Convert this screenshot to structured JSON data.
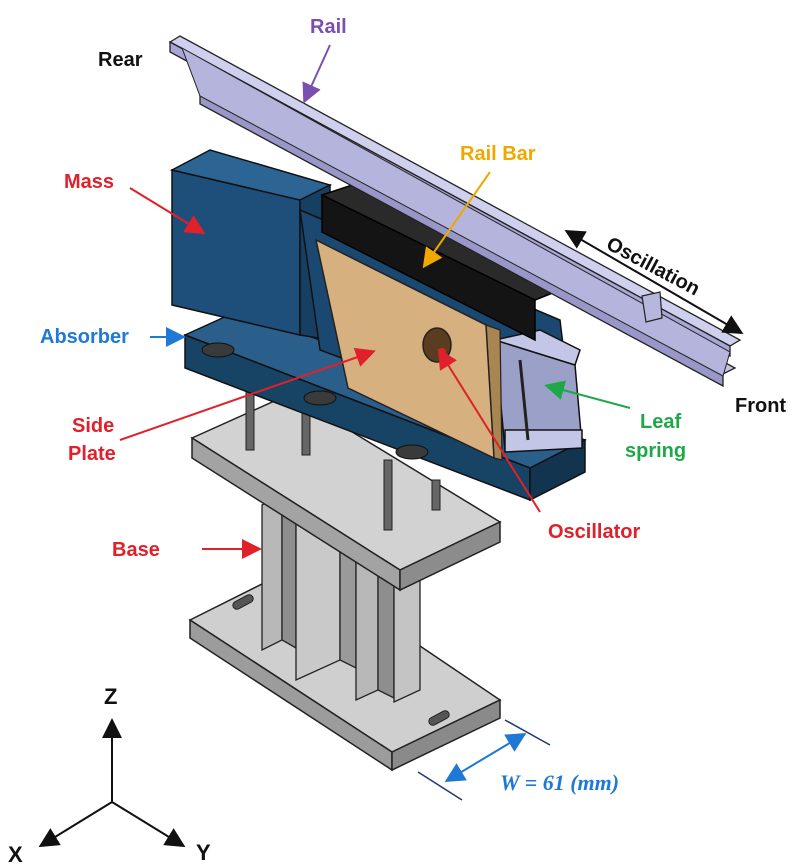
{
  "labels": {
    "rail": "Rail",
    "rear": "Rear",
    "mass": "Mass",
    "rail_bar": "Rail Bar",
    "oscillation": "Oscillation",
    "absorber": "Absorber",
    "front": "Front",
    "side_line1": "Side",
    "side_line2": "Plate",
    "leaf_line1": "Leaf",
    "leaf_line2": "spring",
    "oscillator": "Oscillator",
    "base": "Base"
  },
  "axes": {
    "z": "Z",
    "x": "X",
    "y": "Y"
  },
  "dimension": {
    "text": "W = 61 (mm)"
  },
  "colors": {
    "rail_label": "#7a4fb0",
    "part_label": "#e0202a",
    "absorber_label": "#1e7ad6",
    "leaf_label": "#1fa84a",
    "rail_bar_label": "#f0a800",
    "dim_label": "#1e78d6",
    "mass_body": "#1d4f7a",
    "plate": "#d7b07f",
    "rail_metal": "#b7b6dd",
    "base_metal": "#c4c4c4"
  }
}
